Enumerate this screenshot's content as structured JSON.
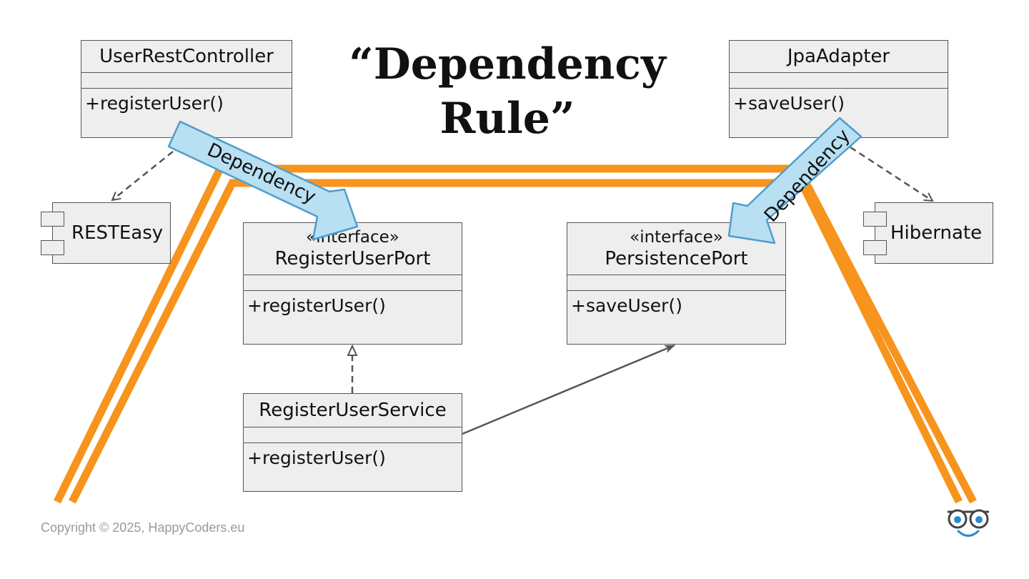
{
  "title_line1": "“Dependency",
  "title_line2": "Rule”",
  "classes": {
    "user_rest_controller": {
      "name": "UserRestController",
      "operation": "+registerUser()"
    },
    "jpa_adapter": {
      "name": "JpaAdapter",
      "operation": "+saveUser()"
    },
    "register_user_port": {
      "stereotype": "«interface»",
      "name": "RegisterUserPort",
      "operation": "+registerUser()"
    },
    "persistence_port": {
      "stereotype": "«interface»",
      "name": "PersistencePort",
      "operation": "+saveUser()"
    },
    "register_user_service": {
      "name": "RegisterUserService",
      "operation": "+registerUser()"
    }
  },
  "components": {
    "resteasy": "RESTEasy",
    "hibernate": "Hibernate"
  },
  "dependency_arrows": {
    "left_label": "Dependency",
    "right_label": "Dependency"
  },
  "colors": {
    "orange_band": "#f7941d",
    "dependency_arrow_fill": "#b8dff2",
    "dependency_arrow_stroke": "#4f9dcc",
    "box_fill": "#eeeeee",
    "box_border": "#555555"
  },
  "copyright": "Copyright © 2025, HappyCoders.eu",
  "logo": "glasses-smiley-logo"
}
